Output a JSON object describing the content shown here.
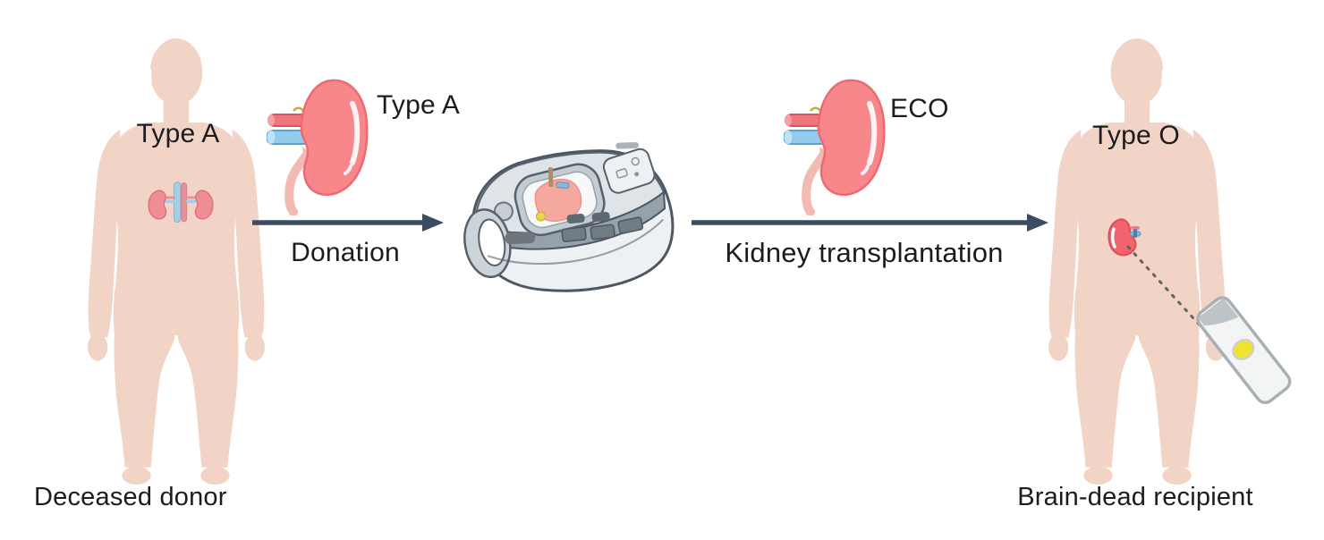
{
  "diagram": {
    "donor": {
      "blood_type_label": "Type A",
      "caption": "Deceased donor"
    },
    "donated_kidney": {
      "blood_type_label": "Type A"
    },
    "donation_step": {
      "label": "Donation"
    },
    "machine": {
      "name": "kidney-perfusion-transporter"
    },
    "transplantation_step": {
      "label": "Kidney transplantation"
    },
    "converted_kidney": {
      "label": "ECO"
    },
    "recipient": {
      "blood_type_label": "Type O",
      "caption": "Brain-dead recipient"
    },
    "colors": {
      "skin": "#f2d4c6",
      "kidney_fill": "#f8878c",
      "kidney_outline": "#ee6a73",
      "ureter": "#f3bab2",
      "artery": "#ef767d",
      "vein": "#92cbee",
      "arrow": "#3c4c60",
      "text": "#1c1c1e",
      "machine_body": "#eef1f3",
      "machine_lid": "#dee4e8",
      "machine_band": "#97a1aa",
      "device_button": "#f0e32f"
    }
  }
}
